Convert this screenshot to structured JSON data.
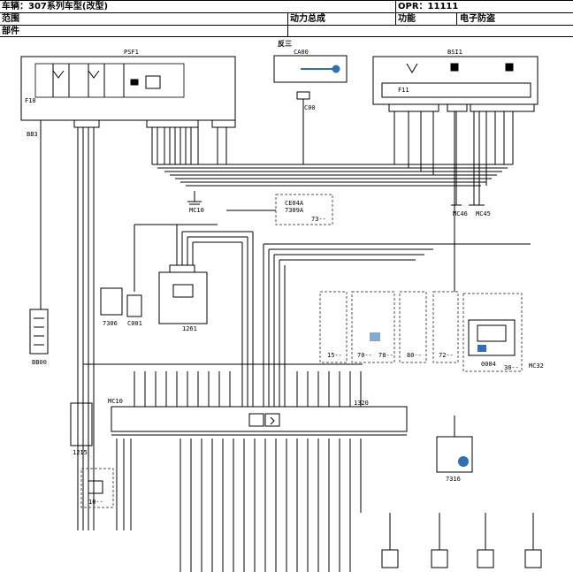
{
  "header": {
    "vehicle": "车辆：307系列车型(改型)",
    "opr": "OPR：11111",
    "scope_label": "范围",
    "system": "动力总成",
    "function_label": "功能",
    "function_value": "电子防盗",
    "parts_label": "部件"
  },
  "modules": {
    "psf1": "PSF1",
    "bsi1": "BSI1",
    "ca00": "CA00",
    "ca00_label": "反三",
    "ce04a": "CE04A",
    "ce04a_sub": "7309A",
    "ce04a_num": "73--",
    "m1320": "1320",
    "m1261": "1261",
    "m7306": "7306",
    "c001": "C001",
    "bb00": "BB00",
    "m1215": "1215",
    "m7316": "7316",
    "m0004": "0004",
    "m10": "10--",
    "m15": "15--",
    "m70": "70--",
    "m78": "78--",
    "m80": "80--",
    "m72": "72--",
    "m30": "30--",
    "mc10a": "MC10",
    "mc10b": "MC10",
    "mc46": "MC46",
    "mc45": "MC45",
    "mc32": "MC32",
    "bb03": "BB3",
    "fuse_f10": "F10",
    "fuse_f11": "F11",
    "c00": "C00"
  },
  "colors": {
    "line": "#000000",
    "accent": "#2f6fb8",
    "dashed": "#555555"
  }
}
